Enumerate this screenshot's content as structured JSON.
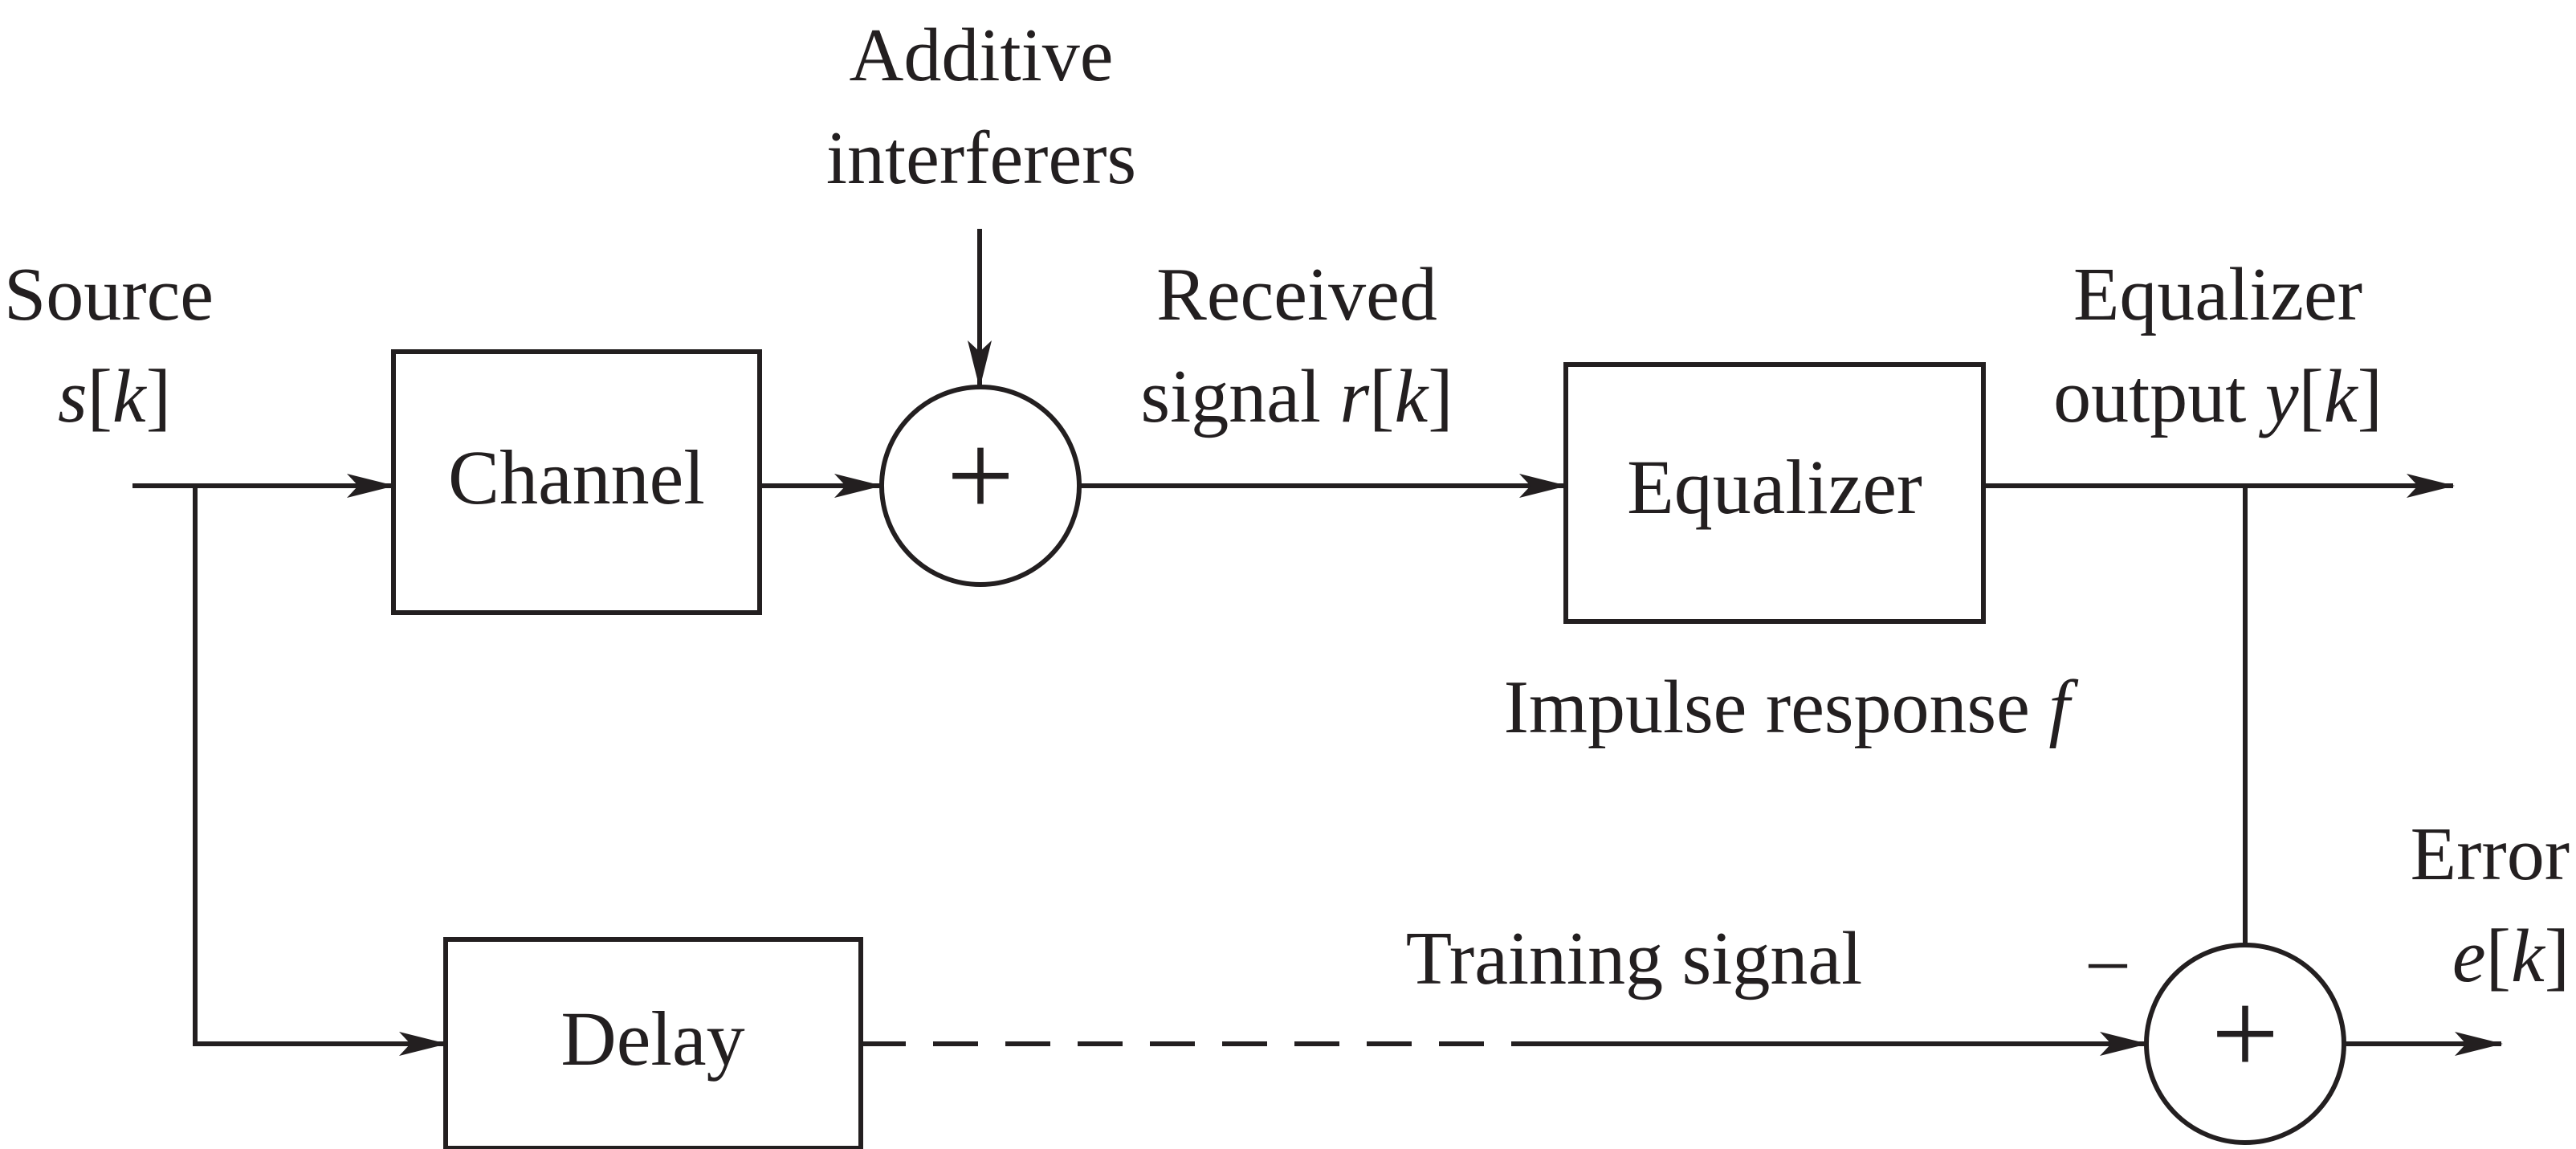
{
  "labels": {
    "additive_line1": "Additive",
    "additive_line2": "interferers",
    "source_word": "Source",
    "source_var": "s",
    "received_line1": "Received",
    "received_word": "signal",
    "received_var": "r",
    "eq_out_line1": "Equalizer",
    "eq_out_word": "output",
    "eq_out_var": "y",
    "impulse_text": "Impulse response",
    "impulse_var": "f",
    "training_text": "Training signal",
    "error_word": "Error",
    "error_var": "e",
    "minus_sign": "–",
    "index_open": "[",
    "index_var": "k",
    "index_close": "]"
  },
  "blocks": {
    "channel": "Channel",
    "equalizer": "Equalizer",
    "delay": "Delay"
  },
  "summers": {
    "sum1_symbol": "+",
    "sum2_symbol": "+"
  }
}
